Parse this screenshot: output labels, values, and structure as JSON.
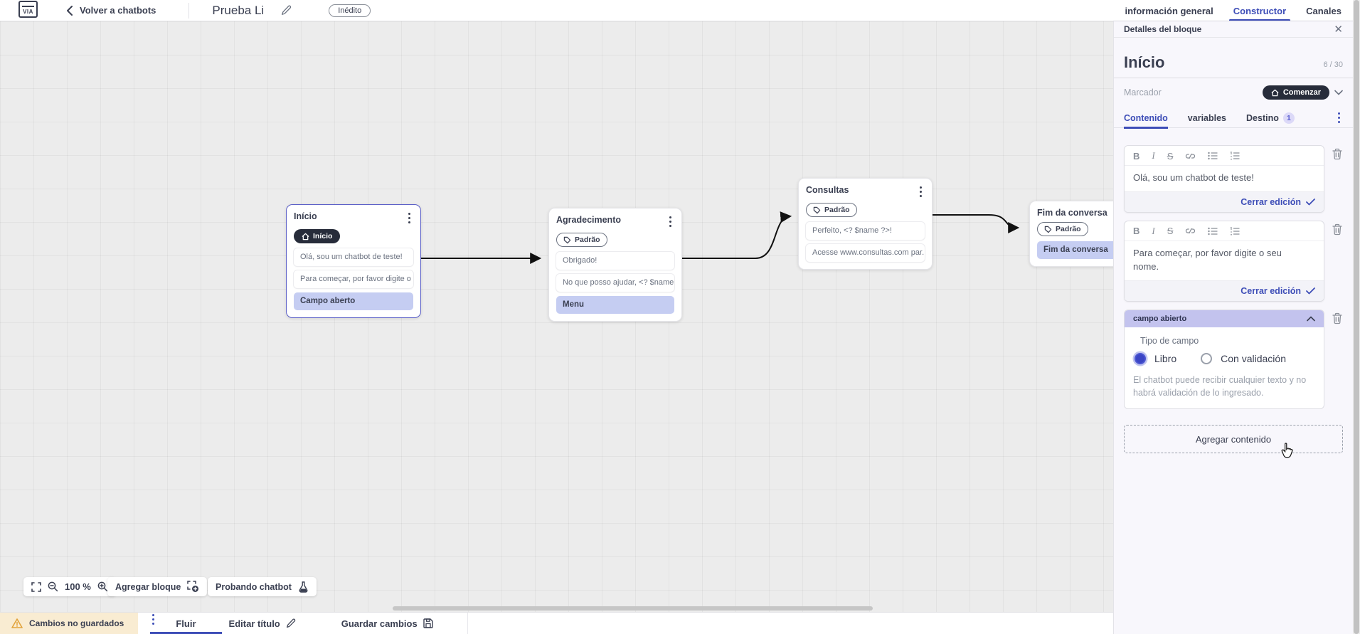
{
  "topbar": {
    "logo_text": "VIA",
    "back_label": "Volver a chatbots",
    "bot_title": "Prueba Li",
    "status_badge": "Inédito",
    "tabs": [
      {
        "label": "información general",
        "active": false
      },
      {
        "label": "Constructor",
        "active": true
      },
      {
        "label": "Canales",
        "active": false
      }
    ]
  },
  "canvas": {
    "zoom_level": "100 %",
    "add_block_label": "Agregar bloque",
    "test_chatbot_label": "Probando chatbot",
    "nodes": [
      {
        "title": "Início",
        "badge": "Início",
        "badge_kind": "start",
        "items": [
          {
            "text": "Olá, sou um chatbot de teste!",
            "type": "message"
          },
          {
            "text": "Para começar, por favor digite o ...",
            "type": "message"
          },
          {
            "text": "Campo aberto",
            "type": "action"
          }
        ]
      },
      {
        "title": "Agradecimento",
        "badge": "Padrão",
        "badge_kind": "default",
        "items": [
          {
            "text": "Obrigado!",
            "type": "message"
          },
          {
            "text": "No que posso ajudar, <? $name ...",
            "type": "message"
          },
          {
            "text": "Menu",
            "type": "action"
          }
        ]
      },
      {
        "title": "Consultas",
        "badge": "Padrão",
        "badge_kind": "default",
        "items": [
          {
            "text": "Perfeito, <? $name ?>!",
            "type": "message"
          },
          {
            "text": "Acesse www.consultas.com par...",
            "type": "message"
          }
        ]
      },
      {
        "title": "Fim da conversa",
        "badge": "Padrão",
        "badge_kind": "default",
        "items": [
          {
            "text": "Fim da conversa",
            "type": "action"
          }
        ]
      }
    ]
  },
  "panel": {
    "header_title": "Detalles del bloque",
    "block_name": "Início",
    "char_counter": "6 / 30",
    "marker_label": "Marcador",
    "marker_value": "Comenzar",
    "tabs": [
      {
        "label": "Contenido",
        "active": true
      },
      {
        "label": "variables",
        "active": false
      },
      {
        "label": "Destino",
        "active": false,
        "badge": "1"
      }
    ],
    "toolbar": {
      "bold": "B",
      "italic": "I",
      "strike": "S"
    },
    "editors": [
      {
        "text": "Olá, sou um chatbot de teste!",
        "close_label": "Cerrar edición"
      },
      {
        "text": "Para começar, por favor digite o seu nome.",
        "close_label": "Cerrar edición"
      }
    ],
    "open_field": {
      "header": "campo abierto",
      "type_label": "Tipo de campo",
      "options": [
        {
          "label": "Libro",
          "selected": true
        },
        {
          "label": "Con validación",
          "selected": false
        }
      ],
      "help_text": "El chatbot puede recibir cualquier texto y no habrá validación de lo ingresado."
    },
    "add_content_label": "Agregar contenido"
  },
  "bottombar": {
    "unsaved_label": "Cambios no guardados",
    "flow_tab_label": "Fluir",
    "edit_title_label": "Editar título",
    "save_label": "Guardar cambios"
  },
  "colors": {
    "accent_blue": "#3d4db7",
    "selection_purple": "#c5cdf2",
    "dark_badge": "#272c3a",
    "warning_bg": "#f9ecd2",
    "panel_bg": "#f8f7fc",
    "canvas_bg": "#ececec"
  }
}
